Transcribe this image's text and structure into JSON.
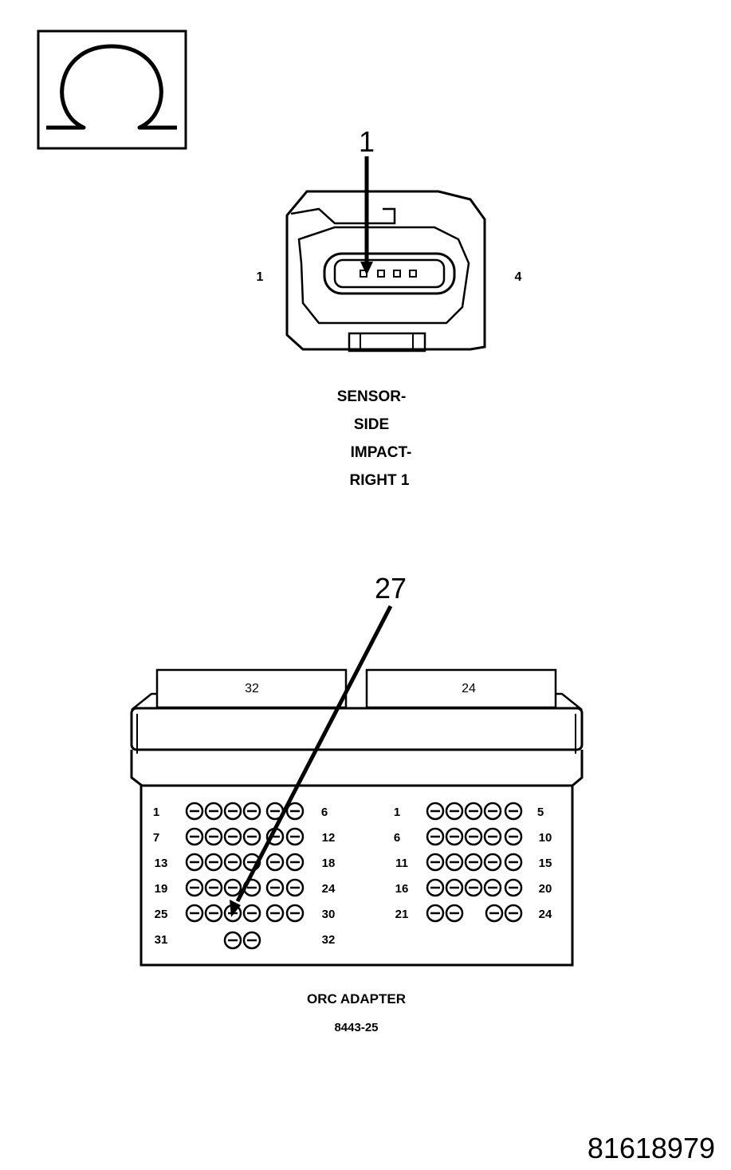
{
  "ohm_symbol": "Ω",
  "sensor_connector": {
    "callout": "1",
    "left_pin_label": "1",
    "right_pin_label": "4",
    "title_lines": [
      "SENSOR-",
      "SIDE",
      "IMPACT-",
      "RIGHT 1"
    ]
  },
  "orc_adapter": {
    "callout": "27",
    "left_tab_label": "32",
    "right_tab_label": "24",
    "left_block_labels": {
      "left": [
        "1",
        "7",
        "13",
        "19",
        "25",
        "31"
      ],
      "right": [
        "6",
        "12",
        "18",
        "24",
        "30",
        "32"
      ]
    },
    "right_block_labels": {
      "left": [
        "1",
        "6",
        "11",
        "16",
        "21"
      ],
      "right": [
        "5",
        "10",
        "15",
        "20",
        "24"
      ]
    },
    "title_lines": [
      "ORC ADAPTER",
      "8443-25"
    ]
  },
  "figure_id": "81618979"
}
